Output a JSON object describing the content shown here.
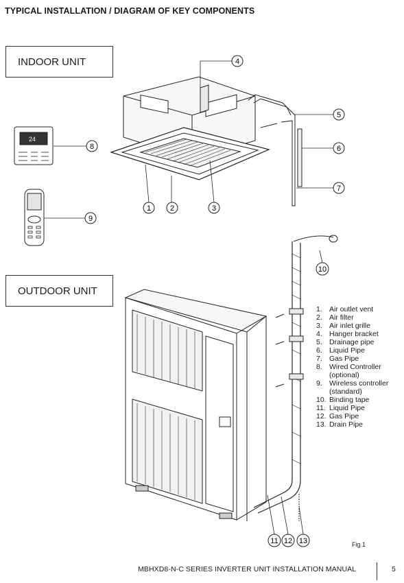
{
  "page_title": "TYPICAL INSTALLATION / DIAGRAM OF KEY COMPONENTS",
  "indoor_label": "INDOOR UNIT",
  "outdoor_label": "OUTDOOR UNIT",
  "controller_display": "24",
  "callouts": [
    "1",
    "2",
    "3",
    "4",
    "5",
    "6",
    "7",
    "8",
    "9",
    "10",
    "11",
    "12",
    "13"
  ],
  "legend": [
    {
      "num": "1.",
      "text": "Air outlet vent"
    },
    {
      "num": "2.",
      "text": "Air filter"
    },
    {
      "num": "3.",
      "text": "Air inlet grille"
    },
    {
      "num": "4.",
      "text": "Hanger bracket"
    },
    {
      "num": "5.",
      "text": "Drainage pipe"
    },
    {
      "num": "6.",
      "text": "Liquid Pipe"
    },
    {
      "num": "7.",
      "text": "Gas Pipe"
    },
    {
      "num": "8.",
      "text": "Wired Controller"
    },
    {
      "num": "",
      "text": "(optional)"
    },
    {
      "num": "9.",
      "text": "Wireless controller"
    },
    {
      "num": "",
      "text": "(standard)"
    },
    {
      "num": "10.",
      "text": "Binding tape"
    },
    {
      "num": "11.",
      "text": "Liquid Pipe"
    },
    {
      "num": "12.",
      "text": "Gas Pipe"
    },
    {
      "num": "13.",
      "text": "Drain Pipe"
    }
  ],
  "fig_label": "Fig 1",
  "footer_text": "MBHXD8-N-C SERIES INVERTER UNIT INSTALLATION MANUAL",
  "page_number": "5"
}
